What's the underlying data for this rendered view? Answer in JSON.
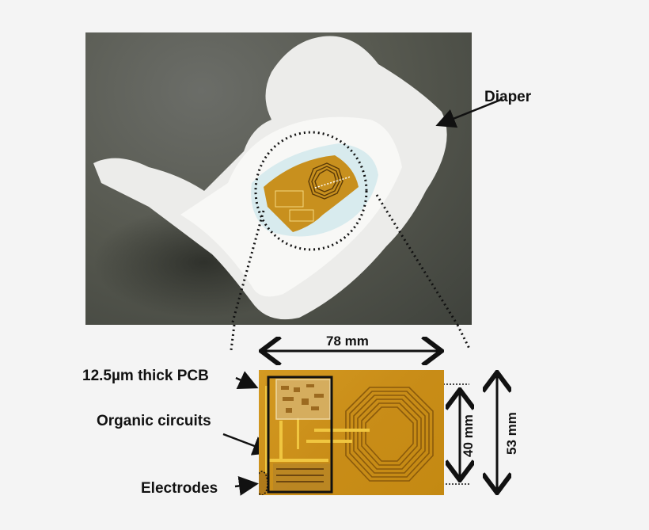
{
  "figure": {
    "photo": {
      "subject": "Diaper with embedded flexible PCB sensor"
    },
    "labels": {
      "diaper": "Diaper",
      "pcb": "12.5µm thick PCB",
      "organic_circuits": "Organic circuits",
      "electrodes": "Electrodes"
    },
    "dimensions": {
      "width": "78 mm",
      "coil_height": "40 mm",
      "total_height": "53 mm"
    },
    "colors": {
      "background": "#f4f4f4",
      "pcb": "#c98d18",
      "coil": "#8a5a0c",
      "text": "#111111"
    }
  }
}
